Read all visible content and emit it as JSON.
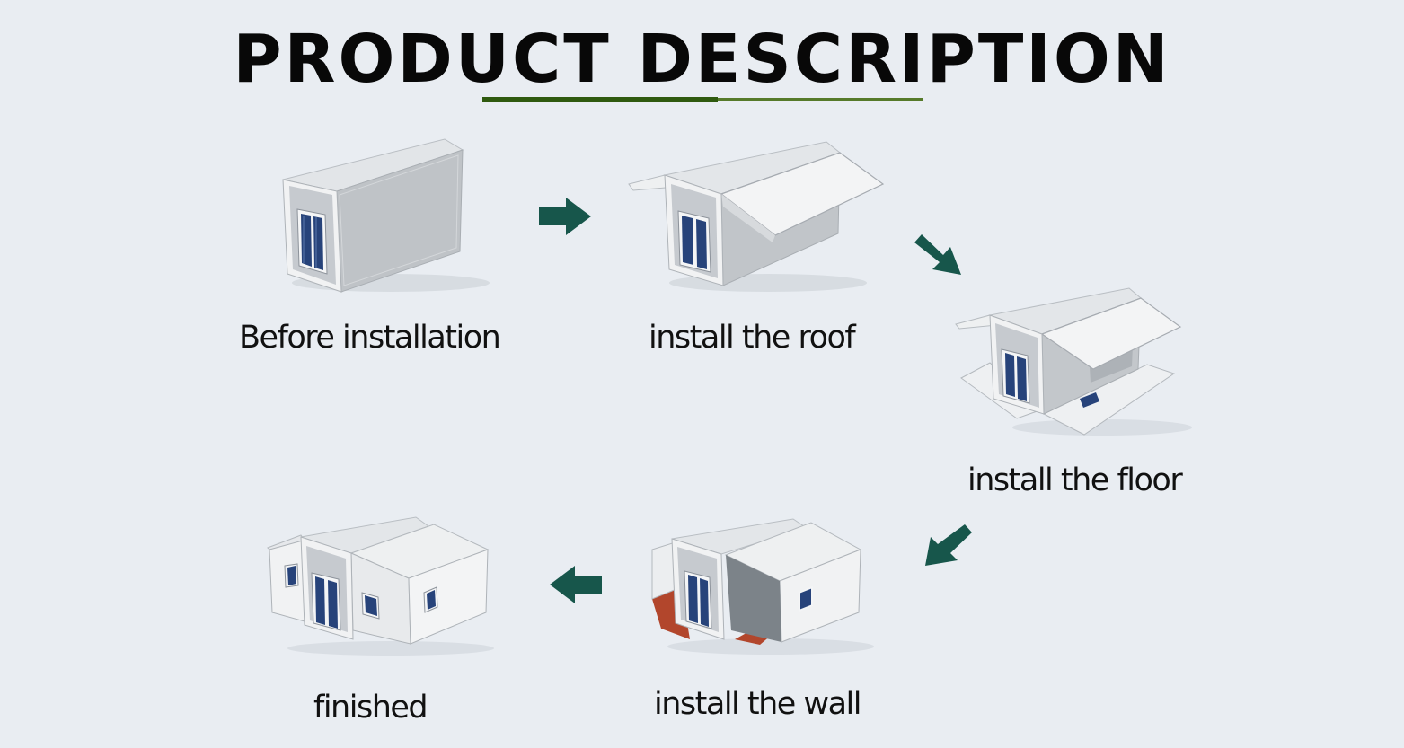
{
  "title": "PRODUCT DESCRIPTION",
  "colors": {
    "background": "#e9edf2",
    "title_text": "#080808",
    "title_underline": "#2f5a0f",
    "arrow": "#17564b",
    "container_body": "#c9cccf",
    "container_frame": "#f2f3f4",
    "window_glass": "#27437a",
    "floor_wood": "#b2462c"
  },
  "steps": [
    {
      "label": "Before installation",
      "icon": "folded-container-illustration"
    },
    {
      "label": "install the roof",
      "icon": "container-roof-unfolded-illustration"
    },
    {
      "label": "install the floor",
      "icon": "container-floor-unfolded-illustration"
    },
    {
      "label": "install the wall",
      "icon": "container-walls-installed-illustration"
    },
    {
      "label": "finished",
      "icon": "finished-expandable-house-illustration"
    }
  ],
  "arrows": [
    "arrow-right-icon",
    "arrow-down-right-icon",
    "arrow-down-left-icon",
    "arrow-left-icon"
  ]
}
